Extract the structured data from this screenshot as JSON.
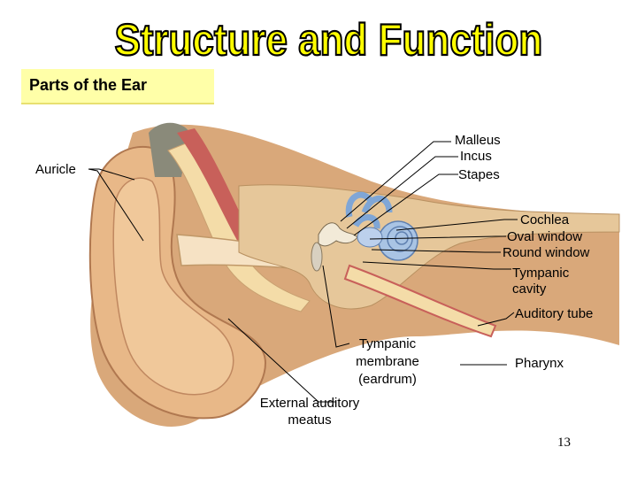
{
  "title": "Structure and Function",
  "section_label": "Parts of the Ear",
  "labels": {
    "auricle": "Auricle",
    "malleus": "Malleus",
    "incus": "Incus",
    "stapes": "Stapes",
    "cochlea": "Cochlea",
    "oval_window": "Oval window",
    "round_window": "Round window",
    "tympanic_cavity_1": "Tympanic",
    "tympanic_cavity_2": "cavity",
    "auditory_tube": "Auditory tube",
    "tympanic_membrane_1": "Tympanic",
    "tympanic_membrane_2": "membrane",
    "tympanic_membrane_3": "(eardrum)",
    "pharynx": "Pharynx",
    "external_meatus_1": "External auditory",
    "external_meatus_2": "meatus"
  },
  "page_number": "13",
  "colors": {
    "title_fill": "#ffff00",
    "title_stroke": "#000000",
    "label_box": "#ffffa8",
    "skin": "#e8b888",
    "cartilage": "#f4dca8",
    "bone": "#e6c79a",
    "cochlea": "#a9c4e4",
    "tissue_red": "#c8605a"
  }
}
